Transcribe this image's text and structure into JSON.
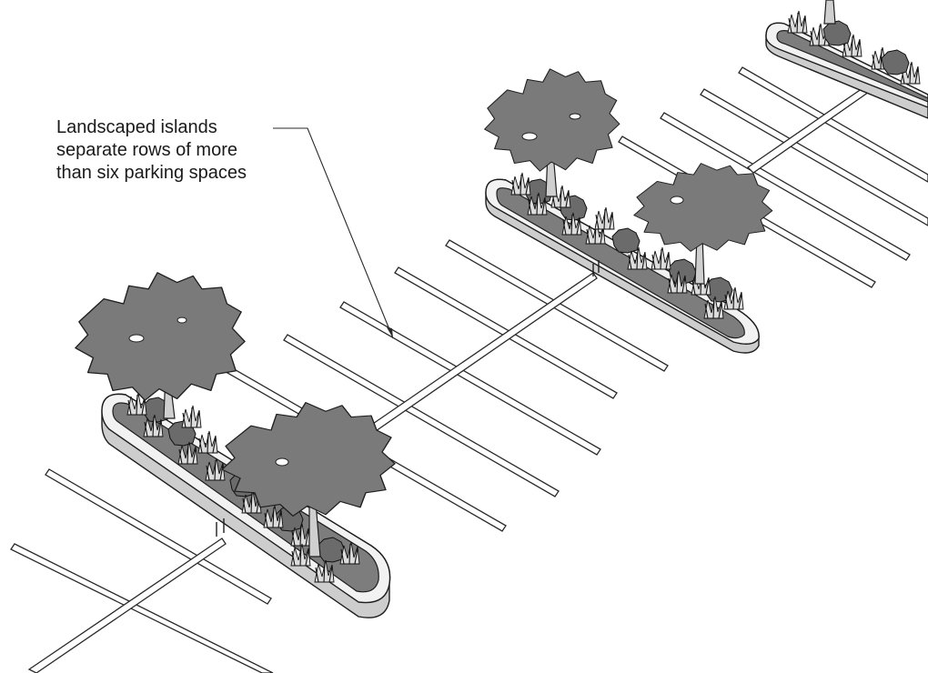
{
  "annotation": {
    "text": "Landscaped islands\nseparate rows of more\nthan six parking spaces"
  },
  "colors": {
    "canopy": "#7a7a7a",
    "soil": "#7d7d7d",
    "curb_top": "#f2f2f2",
    "curb_side": "#cdcdcd",
    "stripe_outline": "#2a2a2a"
  },
  "islands": [
    {
      "name": "island-front",
      "trees": 2
    },
    {
      "name": "island-middle",
      "trees": 2
    },
    {
      "name": "island-back",
      "trees": 1
    }
  ]
}
